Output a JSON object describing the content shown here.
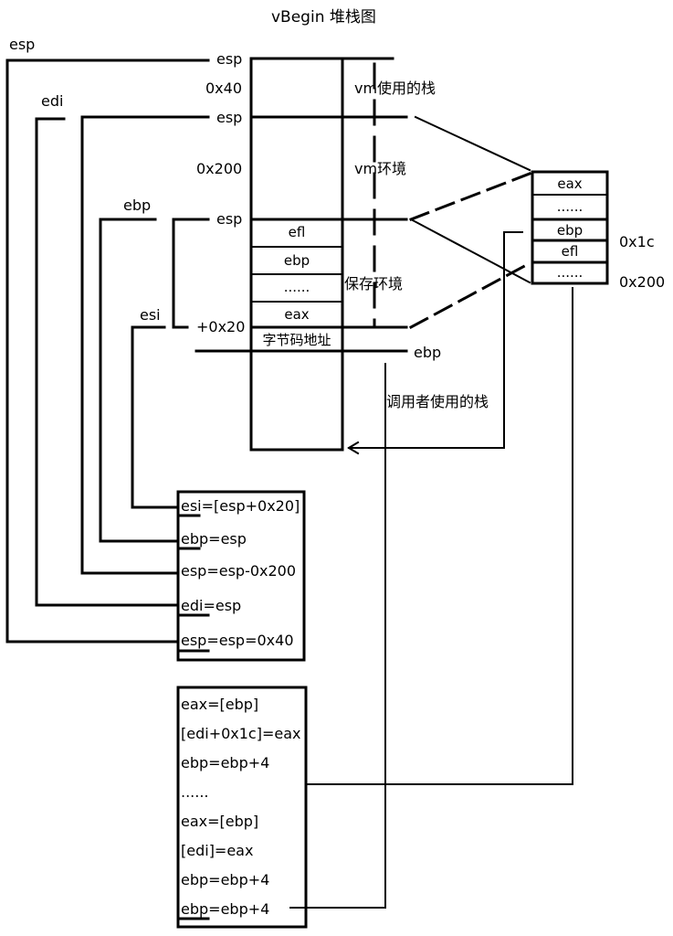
{
  "title": "vBegin 堆栈图",
  "registers": {
    "esp": "esp",
    "edi": "edi",
    "ebp": "ebp",
    "esi": "esi"
  },
  "stack_labels": {
    "esp_top": "esp",
    "offset_0x40": "0x40",
    "esp_mid": "esp",
    "offset_0x200": "0x200",
    "esp_low": "esp",
    "offset_plus_0x20": "+0x20",
    "ebp_right": "ebp"
  },
  "region_labels": {
    "vm_stack": "vm使用的栈",
    "vm_env": "vm环境",
    "saved_env": "保存环境",
    "caller_stack": "调用者使用的栈"
  },
  "stack_cells": [
    "efl",
    "ebp",
    "......",
    "eax",
    "字节码地址"
  ],
  "context_cells": [
    "eax",
    "......",
    "ebp",
    "efl",
    "......"
  ],
  "context_labels": {
    "off_0x1c": "0x1c",
    "off_0x200": "0x200"
  },
  "init_code": [
    "esi=[esp+0x20]",
    "ebp=esp",
    "esp=esp-0x200",
    "edi=esp",
    "esp=esp=0x40"
  ],
  "save_code": [
    "eax=[ebp]",
    "[edi+0x1c]=eax",
    "ebp=ebp+4",
    "......",
    "eax=[ebp]",
    "[edi]=eax",
    "ebp=ebp+4",
    "ebp=ebp+4"
  ]
}
